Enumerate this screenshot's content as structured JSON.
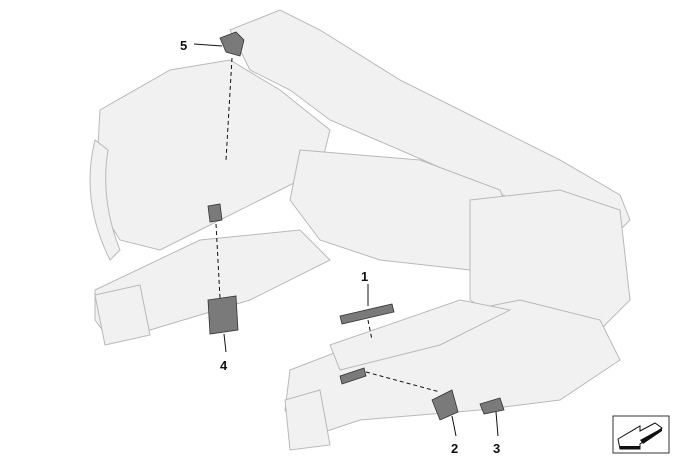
{
  "diagram": {
    "callouts": [
      {
        "id": "1",
        "label": "1"
      },
      {
        "id": "2",
        "label": "2"
      },
      {
        "id": "3",
        "label": "3"
      },
      {
        "id": "4",
        "label": "4"
      },
      {
        "id": "5",
        "label": "5"
      }
    ],
    "nav_icon": "back-arrow-icon"
  }
}
